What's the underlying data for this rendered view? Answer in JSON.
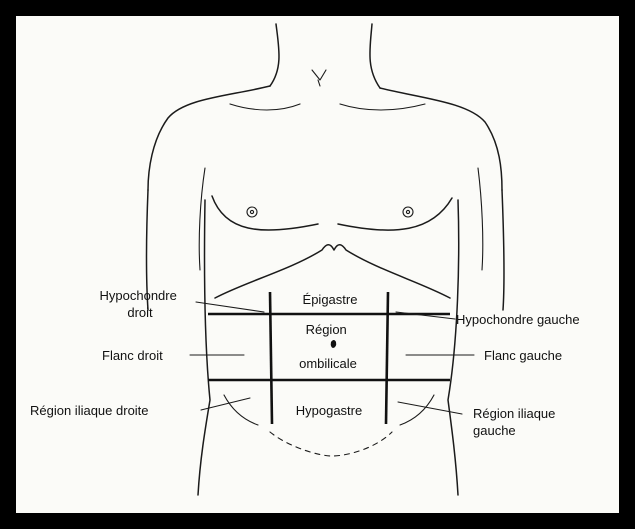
{
  "regions": {
    "hypochondre_droit": [
      "Hypochondre",
      "droit"
    ],
    "epigastre": "Épigastre",
    "hypochondre_gauche": "Hypochondre gauche",
    "flanc_droit": "Flanc droit",
    "region_ombilicale": [
      "Région",
      "ombilicale"
    ],
    "flanc_gauche": "Flanc gauche",
    "iliaque_droite": "Région iliaque droite",
    "hypogastre": "Hypogastre",
    "iliaque_gauche": [
      "Région iliaque",
      "gauche"
    ]
  }
}
